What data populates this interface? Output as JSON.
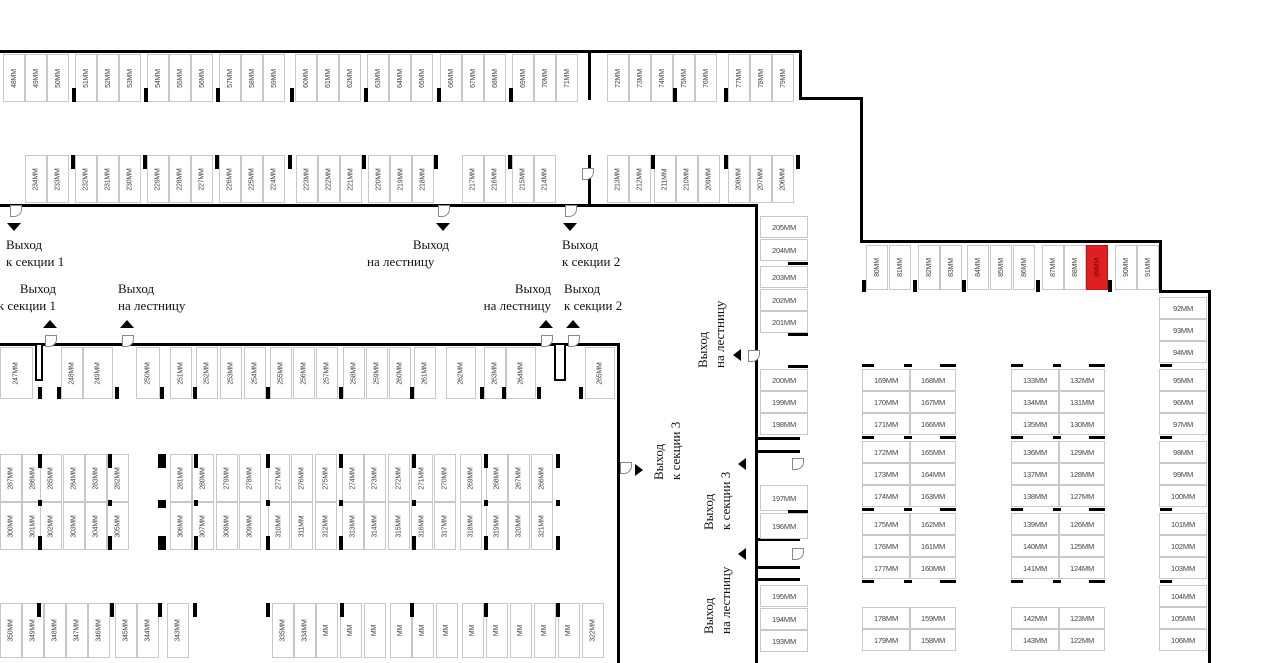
{
  "plan": {
    "unit_suffix": "MM",
    "selected_unit": "89MM",
    "colors": {
      "selected": "#e02020",
      "wall": "#000000",
      "cell_border": "#c8c8c8"
    },
    "rows": {
      "top_row_1": [
        "48MM",
        "49MM",
        "50MM",
        "51MM",
        "52MM",
        "53MM",
        "54MM",
        "55MM",
        "56MM",
        "57MM",
        "58MM",
        "59MM",
        "60MM",
        "61MM",
        "62MM",
        "63MM",
        "64MM",
        "65MM",
        "66MM",
        "67MM",
        "68MM",
        "69MM",
        "70MM",
        "71MM"
      ],
      "top_row_1b": [
        "72MM",
        "73MM",
        "74MM",
        "75MM",
        "76MM",
        "77MM",
        "78MM",
        "79MM"
      ],
      "top_row_2": [
        "234MM",
        "233MM",
        "232MM",
        "231MM",
        "230MM",
        "229MM",
        "228MM",
        "227MM",
        "226MM",
        "225MM",
        "224MM",
        "223MM",
        "222MM",
        "221MM",
        "220MM",
        "219MM",
        "218MM",
        "217MM",
        "216MM",
        "215MM",
        "214MM"
      ],
      "top_row_2b": [
        "213MM",
        "212MM",
        "211MM",
        "210MM",
        "209MM",
        "208MM",
        "207MM",
        "206MM"
      ],
      "right_col_upper": [
        "205MM",
        "204MM",
        "203MM",
        "202MM",
        "201MM"
      ],
      "right_col_mid": [
        "200MM",
        "199MM",
        "198MM"
      ],
      "right_col_mid2": [
        "197MM",
        "196MM"
      ],
      "right_col_low": [
        "195MM",
        "194MM",
        "193MM"
      ],
      "east_row": [
        "80MM",
        "81MM",
        "82MM",
        "83MM",
        "84MM",
        "85MM",
        "86MM",
        "87MM",
        "88MM",
        "89MM",
        "90MM",
        "91MM"
      ],
      "east_col": [
        "92MM",
        "93MM",
        "94MM",
        "95MM",
        "96MM",
        "97MM",
        "98MM",
        "99MM",
        "100MM",
        "101MM",
        "102MM",
        "103MM",
        "104MM",
        "105MM",
        "106MM"
      ],
      "block_a_left": [
        "169MM",
        "170MM",
        "171MM",
        "172MM",
        "173MM",
        "174MM",
        "175MM",
        "176MM",
        "177MM",
        "178MM",
        "179MM"
      ],
      "block_a_right": [
        "168MM",
        "167MM",
        "166MM",
        "165MM",
        "164MM",
        "163MM",
        "162MM",
        "161MM",
        "160MM",
        "159MM",
        "158MM"
      ],
      "block_b_left": [
        "133MM",
        "134MM",
        "135MM",
        "136MM",
        "137MM",
        "138MM",
        "139MM",
        "140MM",
        "141MM",
        "142MM",
        "143MM"
      ],
      "block_b_right": [
        "132MM",
        "131MM",
        "130MM",
        "129MM",
        "128MM",
        "127MM",
        "126MM",
        "125MM",
        "124MM",
        "123MM",
        "122MM"
      ],
      "mid_row": [
        "247MM",
        "248MM",
        "249MM",
        "250MM",
        "251MM",
        "252MM",
        "253MM",
        "254MM",
        "255MM",
        "256MM",
        "257MM",
        "258MM",
        "259MM",
        "260MM",
        "261MM",
        "262MM",
        "263MM",
        "264MM",
        "265MM"
      ],
      "inner_top_a": [
        "287MM",
        "286MM",
        "285MM",
        "284MM",
        "283MM",
        "282MM"
      ],
      "inner_bot_a": [
        "300MM",
        "301MM",
        "302MM",
        "303MM",
        "304MM",
        "305MM"
      ],
      "inner_top_b": [
        "281MM",
        "280MM",
        "279MM",
        "278MM",
        "277MM",
        "276MM",
        "275MM",
        "274MM",
        "273MM",
        "272MM",
        "271MM",
        "270MM",
        "269MM",
        "268MM",
        "267MM",
        "266MM"
      ],
      "inner_bot_b": [
        "306MM",
        "307MM",
        "308MM",
        "309MM",
        "310MM",
        "311MM",
        "312MM",
        "313MM",
        "314MM",
        "315MM",
        "316MM",
        "317MM",
        "318MM",
        "319MM",
        "320MM",
        "321MM"
      ],
      "bottom_row_a": [
        "350MM",
        "349MM",
        "348MM",
        "347MM",
        "346MM",
        "345MM",
        "344MM",
        "343MM"
      ],
      "bottom_row_b": [
        "335MM",
        "334MM",
        "MM",
        "MM",
        "MM",
        "MM",
        "MM",
        "MM",
        "MM",
        "MM",
        "MM",
        "MM",
        "MM",
        "322MM"
      ]
    },
    "labels": {
      "exit_section1_top": [
        "Выход",
        "к секции 1"
      ],
      "exit_section1_bottom": [
        "Выход",
        "к секции 1"
      ],
      "exit_stairs_left": [
        "Выход",
        "на лестницу"
      ],
      "exit_stairs_top": [
        "Выход",
        "на лестницу"
      ],
      "exit_section2_top": [
        "Выход",
        "к секции 2"
      ],
      "exit_stairs_mid": [
        "Выход",
        "на лестницу"
      ],
      "exit_section2_bottom": [
        "Выход",
        "к секции 2"
      ],
      "exit_stairs_right_upper": [
        "Выход",
        "на лестницу"
      ],
      "exit_section3_left": [
        "Выход",
        "к секции 3"
      ],
      "exit_section3_right": [
        "Выход",
        "к секции 3"
      ],
      "exit_stairs_right_lower": [
        "Выход",
        "на лестницу"
      ]
    }
  }
}
